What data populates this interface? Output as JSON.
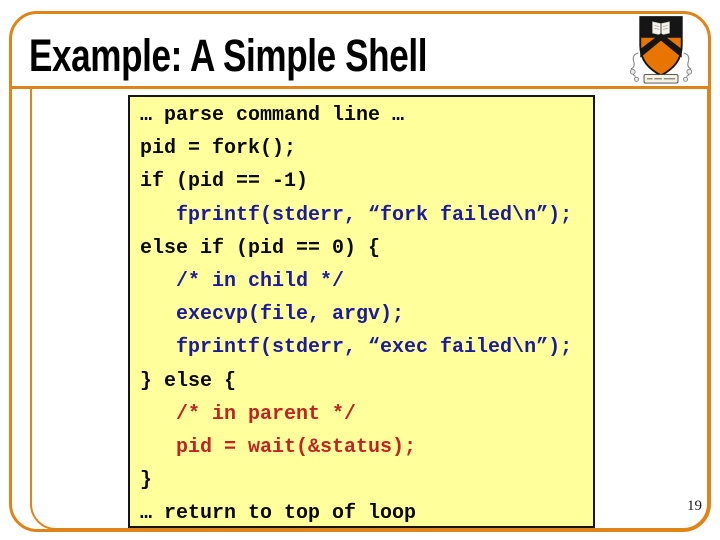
{
  "slide": {
    "title": "Example: A Simple Shell",
    "page_number": "19"
  },
  "logo": {
    "icon": "princeton-university-shield"
  },
  "colors": {
    "accent": "#DF8418",
    "code_bg": "#FFFF9C",
    "navy": "#1B1B9C",
    "red": "#C32222",
    "black": "#0A0A0A",
    "shield_orange": "#E77500",
    "shield_black": "#151515"
  },
  "code": {
    "lines": [
      {
        "text": "… parse command line …",
        "color": "black"
      },
      {
        "text": "pid = fork();",
        "color": "black"
      },
      {
        "text": "if (pid == -1)",
        "color": "black"
      },
      {
        "text": "   fprintf(stderr, “fork failed\\n”);",
        "color": "navy"
      },
      {
        "text": "else if (pid == 0) {",
        "color": "black"
      },
      {
        "text": "   /* in child */",
        "color": "navy"
      },
      {
        "text": "   execvp(file, argv);",
        "color": "navy"
      },
      {
        "text": "   fprintf(stderr, “exec failed\\n”);",
        "color": "navy"
      },
      {
        "text": "} else {",
        "color": "black"
      },
      {
        "text": "   /* in parent */",
        "color": "red"
      },
      {
        "text": "   pid = wait(&status);",
        "color": "red"
      },
      {
        "text": "}",
        "color": "black"
      },
      {
        "text": "… return to top of loop",
        "color": "black"
      }
    ]
  }
}
